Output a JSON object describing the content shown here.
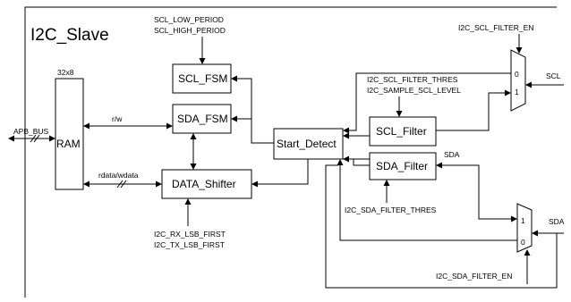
{
  "title": "I2C_Slave",
  "blocks": {
    "ram": "RAM",
    "ram_size": "32x8",
    "scl_fsm": "SCL_FSM",
    "sda_fsm": "SDA_FSM",
    "start_detect": "Start_Detect",
    "data_shifter": "DATA_Shifter",
    "scl_filter": "SCL_Filter",
    "sda_filter": "SDA_Filter"
  },
  "mux": {
    "in0": "0",
    "in1": "1"
  },
  "signals": {
    "apb_bus": "APB_BUS",
    "rw": "r/w",
    "rdata_wdata": "rdata/wdata",
    "scl_low_period": "SCL_LOW_PERIOD",
    "scl_high_period": "SCL_HIGH_PERIOD",
    "scl_filter_thres": "I2C_SCL_FILTER_THRES",
    "sample_scl_level": "I2C_SAMPLE_SCL_LEVEL",
    "scl_filter_en": "I2C_SCL_FILTER_EN",
    "scl": "SCL",
    "sda": "SDA",
    "sda_internal": "SDA",
    "sda_filter_thres": "I2C_SDA_FILTER_THRES",
    "sda_filter_en": "I2C_SDA_FILTER_EN",
    "rx_lsb_first": "I2C_RX_LSB_FIRST",
    "tx_lsb_first": "I2C_TX_LSB_FIRST"
  }
}
